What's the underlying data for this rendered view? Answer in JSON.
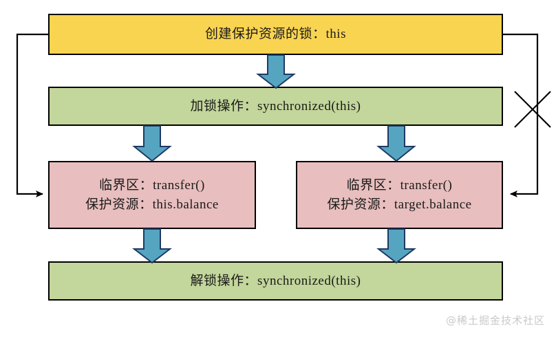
{
  "diagram": {
    "title_text": "创建保护资源的锁：this",
    "watermark": "@稀土掘金技术社区",
    "colors": {
      "lock_box": "#F9D451",
      "sync_box": "#C3D69B",
      "critical_box": "#E8BEBE",
      "arrow_fill": "#55A5C1",
      "arrow_stroke": "#1F3864",
      "line": "#000000",
      "border": "#000000",
      "watermark": "#C9C9C9"
    },
    "nodes": [
      {
        "id": "create-lock",
        "name": "create-lock-box",
        "label": "创建保护资源的锁：this",
        "label2": "",
        "fill": "#F9D451"
      },
      {
        "id": "lock-op",
        "name": "lock-operation-box",
        "label": "加锁操作：synchronized(this)",
        "label2": "",
        "fill": "#C3D69B"
      },
      {
        "id": "critical-left",
        "name": "critical-section-this-box",
        "label": "临界区：transfer()",
        "label2": "保护资源：this.balance",
        "fill": "#E8BEBE"
      },
      {
        "id": "critical-right",
        "name": "critical-section-target-box",
        "label": "临界区：transfer()",
        "label2": "保护资源：target.balance",
        "fill": "#E8BEBE"
      },
      {
        "id": "unlock-op",
        "name": "unlock-operation-box",
        "label": "解锁操作：synchronized(this)",
        "label2": "",
        "fill": "#C3D69B"
      }
    ],
    "connectors": [
      {
        "name": "arrow-create-to-lock",
        "type": "block-arrow-down"
      },
      {
        "name": "arrow-lock-to-critical-left",
        "type": "block-arrow-down"
      },
      {
        "name": "arrow-lock-to-critical-right",
        "type": "block-arrow-down"
      },
      {
        "name": "arrow-critical-left-to-unlock",
        "type": "block-arrow-down"
      },
      {
        "name": "arrow-critical-right-to-unlock",
        "type": "block-arrow-down"
      },
      {
        "name": "feedback-line-left",
        "type": "elbow-line-arrow"
      },
      {
        "name": "feedback-line-right",
        "type": "elbow-line-arrow"
      },
      {
        "name": "invalid-cross-mark",
        "type": "x-mark"
      }
    ]
  }
}
